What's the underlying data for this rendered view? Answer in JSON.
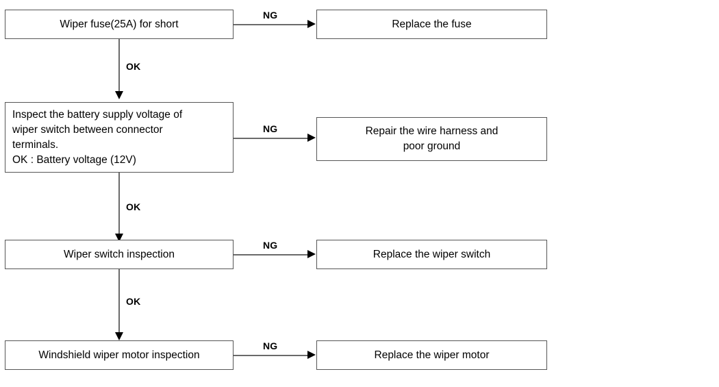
{
  "diagram": {
    "type": "troubleshooting-flowchart",
    "background_color": "#ffffff",
    "box_border_color": "#555555",
    "line_color": "#6a6a6a",
    "arrow_color": "#000000",
    "steps": [
      {
        "id": "step-1",
        "check_label": "Wiper fuse(25A) for short",
        "fail_edge_label": "NG",
        "fail_action_label": "Replace the fuse",
        "pass_edge_label": "OK"
      },
      {
        "id": "step-2",
        "check_label": "Inspect the battery supply voltage of\nwiper switch between connector\nterminals.\nOK : Battery voltage (12V)",
        "fail_edge_label": "NG",
        "fail_action_label": "Repair the wire harness and\npoor ground",
        "pass_edge_label": "OK"
      },
      {
        "id": "step-3",
        "check_label": "Wiper switch inspection",
        "fail_edge_label": "NG",
        "fail_action_label": "Replace the wiper switch",
        "pass_edge_label": "OK"
      },
      {
        "id": "step-4",
        "check_label": "Windshield wiper motor inspection",
        "fail_edge_label": "NG",
        "fail_action_label": "Replace the wiper motor",
        "pass_edge_label": ""
      }
    ]
  }
}
